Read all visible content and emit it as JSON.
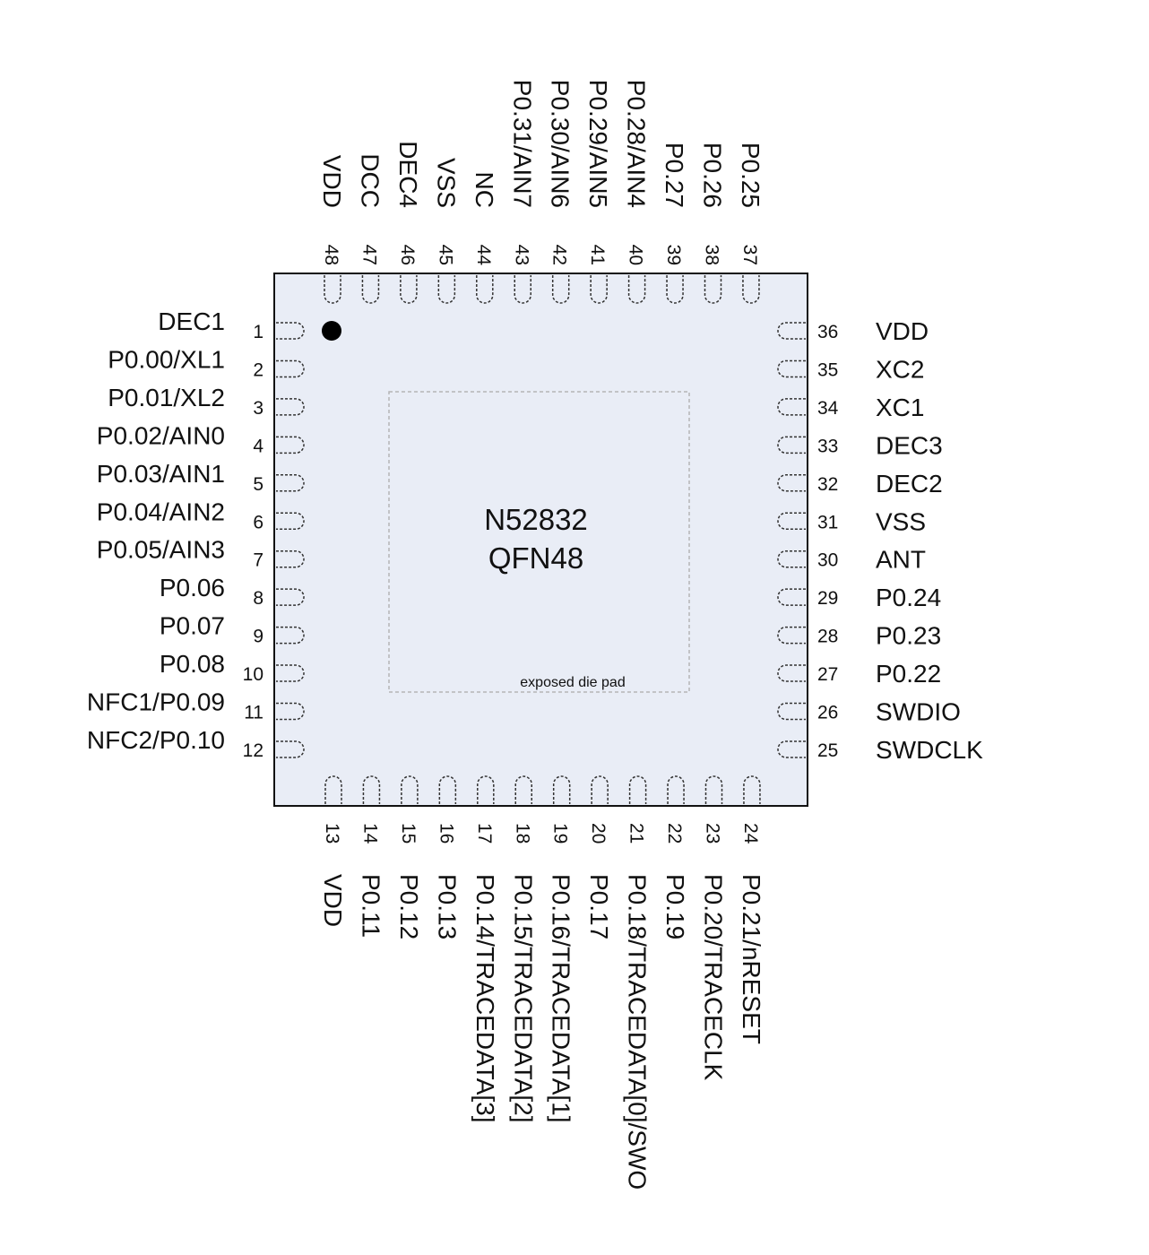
{
  "chip": {
    "line1": "N52832",
    "line2": "QFN48",
    "pad_label": "exposed die pad",
    "body_color": "#e9edf6",
    "outline_color": "#111111",
    "pad_outline_color": "#b5b5b5",
    "pin1_marker": "pin-1-dot"
  },
  "pins": {
    "left": [
      {
        "num": "1",
        "name": "DEC1"
      },
      {
        "num": "2",
        "name": "P0.00/XL1"
      },
      {
        "num": "3",
        "name": "P0.01/XL2"
      },
      {
        "num": "4",
        "name": "P0.02/AIN0"
      },
      {
        "num": "5",
        "name": "P0.03/AIN1"
      },
      {
        "num": "6",
        "name": "P0.04/AIN2"
      },
      {
        "num": "7",
        "name": "P0.05/AIN3"
      },
      {
        "num": "8",
        "name": "P0.06"
      },
      {
        "num": "9",
        "name": "P0.07"
      },
      {
        "num": "10",
        "name": "P0.08"
      },
      {
        "num": "11",
        "name": "NFC1/P0.09"
      },
      {
        "num": "12",
        "name": "NFC2/P0.10"
      }
    ],
    "bottom": [
      {
        "num": "13",
        "name": "VDD"
      },
      {
        "num": "14",
        "name": "P0.11"
      },
      {
        "num": "15",
        "name": "P0.12"
      },
      {
        "num": "16",
        "name": "P0.13"
      },
      {
        "num": "17",
        "name": "P0.14/TRACEDATA[3]"
      },
      {
        "num": "18",
        "name": "P0.15/TRACEDATA[2]"
      },
      {
        "num": "19",
        "name": "P0.16/TRACEDATA[1]"
      },
      {
        "num": "20",
        "name": "P0.17"
      },
      {
        "num": "21",
        "name": "P0.18/TRACEDATA[0]/SWO"
      },
      {
        "num": "22",
        "name": "P0.19"
      },
      {
        "num": "23",
        "name": "P0.20/TRACECLK"
      },
      {
        "num": "24",
        "name": "P0.21/nRESET"
      }
    ],
    "right": [
      {
        "num": "36",
        "name": "VDD"
      },
      {
        "num": "35",
        "name": "XC2"
      },
      {
        "num": "34",
        "name": "XC1"
      },
      {
        "num": "33",
        "name": "DEC3"
      },
      {
        "num": "32",
        "name": "DEC2"
      },
      {
        "num": "31",
        "name": "VSS"
      },
      {
        "num": "30",
        "name": "ANT"
      },
      {
        "num": "29",
        "name": "P0.24"
      },
      {
        "num": "28",
        "name": "P0.23"
      },
      {
        "num": "27",
        "name": "P0.22"
      },
      {
        "num": "26",
        "name": "SWDIO"
      },
      {
        "num": "25",
        "name": "SWDCLK"
      }
    ],
    "top": [
      {
        "num": "48",
        "name": "VDD"
      },
      {
        "num": "47",
        "name": "DCC"
      },
      {
        "num": "46",
        "name": "DEC4"
      },
      {
        "num": "45",
        "name": "VSS"
      },
      {
        "num": "44",
        "name": "NC"
      },
      {
        "num": "43",
        "name": "P0.31/AIN7"
      },
      {
        "num": "42",
        "name": "P0.30/AIN6"
      },
      {
        "num": "41",
        "name": "P0.29/AIN5"
      },
      {
        "num": "40",
        "name": "P0.28/AIN4"
      },
      {
        "num": "39",
        "name": "P0.27"
      },
      {
        "num": "38",
        "name": "P0.26"
      },
      {
        "num": "37",
        "name": "P0.25"
      }
    ]
  }
}
